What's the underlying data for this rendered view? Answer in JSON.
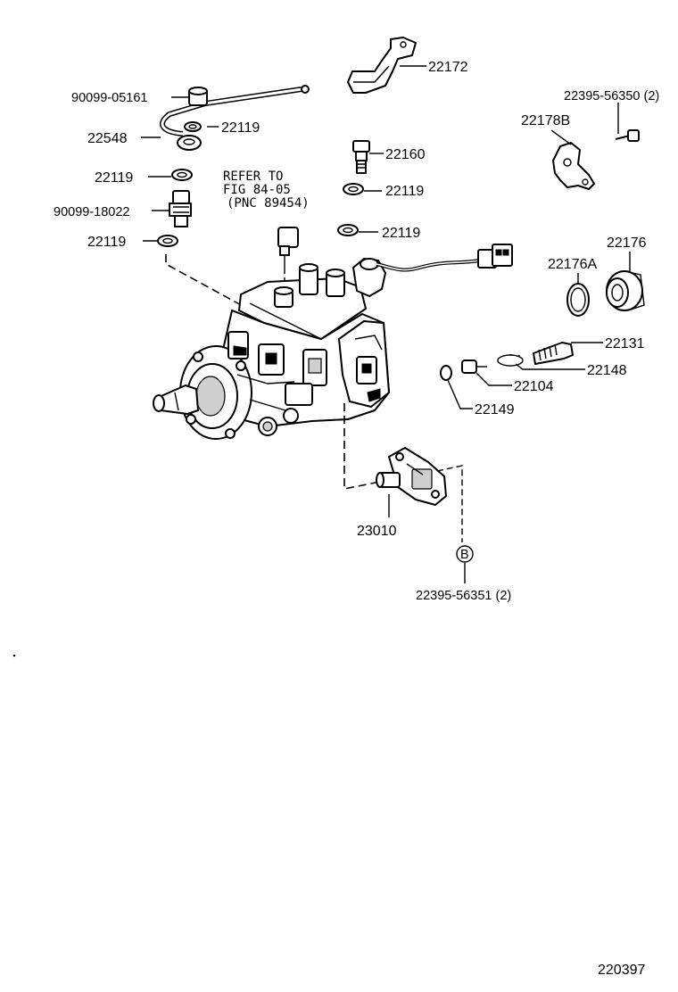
{
  "labels": {
    "p90099_05161": "90099-05161",
    "p22172": "22172",
    "p22395_56350": "22395-56350 (2)",
    "p22119_a": "22119",
    "p22548": "22548",
    "p22178B": "22178B",
    "p22160": "22160",
    "p22119_b": "22119",
    "p22119_c": "22119",
    "p90099_18022": "90099-18022",
    "p22119_d": "22119",
    "p22119_e": "22119",
    "p22176": "22176",
    "p22176A": "22176A",
    "p22131": "22131",
    "p22148": "22148",
    "p22104": "22104",
    "p22149": "22149",
    "p23010": "23010",
    "marker_b": "B",
    "p22395_56351": "22395-56351 (2)"
  },
  "refer_note": {
    "line1": "REFER TO",
    "line2": "FIG 84-05",
    "line3": "(PNC 89454)"
  },
  "diagram_number": "220397"
}
